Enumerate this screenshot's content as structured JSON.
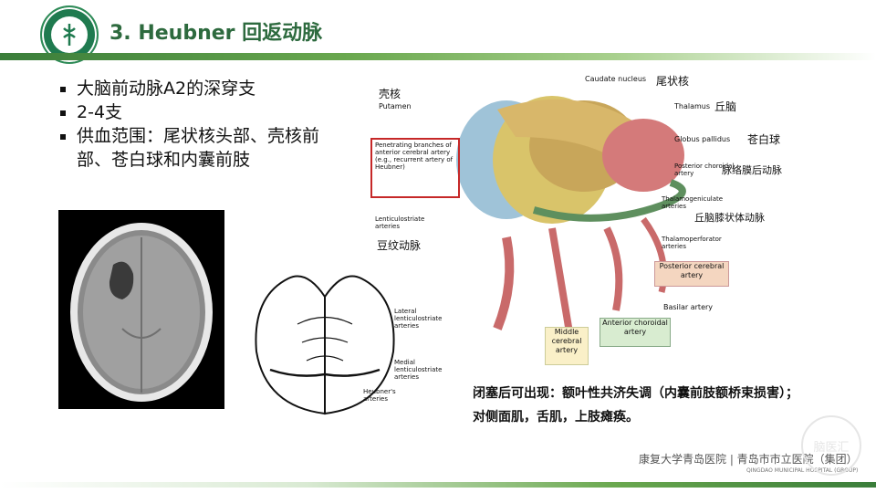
{
  "header": {
    "title": "3. Heubner 回返动脉"
  },
  "bullets": [
    "大脑前动脉A2的深穿支",
    "2-4支",
    "供血范围：尾状核头部、壳核前部、苍白球和内囊前肢"
  ],
  "anatomy_labels": {
    "caudate_en": "Caudate nucleus",
    "caudate_cn": "尾状核",
    "thalamus_en": "Thalamus",
    "thalamus_cn": "丘脑",
    "putamen_cn": "壳核",
    "putamen_en": "Putamen",
    "globus_en": "Globus pallidus",
    "globus_cn": "苍白球",
    "penetrating": "Penetrating branches of anterior cerebral artery (e.g., recurrent artery of Heubner)",
    "posterior_choroidal_en": "Posterior choroidal artery",
    "posterior_choroidal_cn": "脉络膜后动脉",
    "lenticulostriate_en": "Lenticulostriate arteries",
    "lenticulostriate_cn": "豆纹动脉",
    "thalamogeniculate_en": "Thalamogeniculate arteries",
    "thalamogeniculate_cn": "丘脑膝状体动脉",
    "thalamoperforator_en": "Thalamoperforator arteries",
    "posterior_cerebral": "Posterior cerebral artery",
    "basilar": "Basilar artery",
    "anterior_choroidal": "Anterior choroidal artery",
    "middle_cerebral": "Middle cerebral artery"
  },
  "line_labels": {
    "lateral": "Lateral lenticulostriate arteries",
    "medial": "Medial lenticulostriate arteries",
    "heubner": "Heubner's arteries"
  },
  "note": "闭塞后可出现：额叶性共济失调（内囊前肢额桥束损害）；对侧面肌，舌肌，上肢瘫痪。",
  "footer": {
    "hospital": "康复大学青岛医院 | 青岛市市立医院（集团）",
    "sub": "QINGDAO MUNICIPAL HOSPITAL (GROUP)"
  },
  "watermark": "脑医汇",
  "colors": {
    "title": "#2d6a3e",
    "accent": "#6aa84f"
  }
}
